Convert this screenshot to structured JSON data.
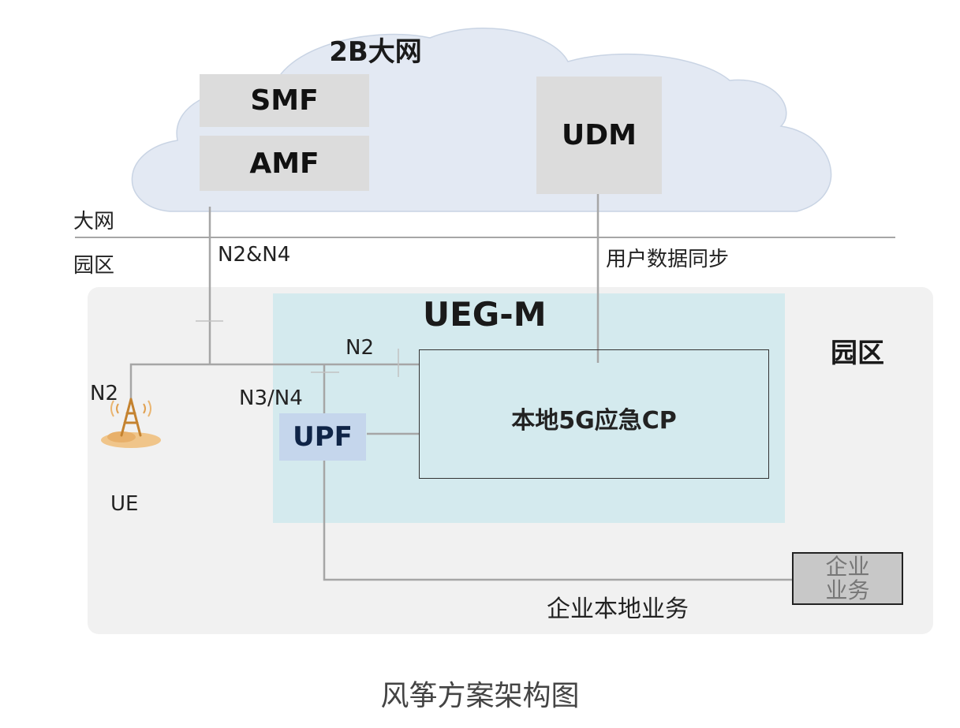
{
  "cloud": {
    "title": "2B大网"
  },
  "network_functions": {
    "smf": "SMF",
    "amf": "AMF",
    "udm": "UDM"
  },
  "zones": {
    "big_network": "大网",
    "campus": "园区",
    "campus_area_title": "园区"
  },
  "ueg": {
    "title": "UEG-M",
    "upf": "UPF",
    "cp": "本地5G应急CP"
  },
  "links": {
    "n2_n4": "N2&N4",
    "user_data_sync": "用户数据同步",
    "n2_inner": "N2",
    "n2_ue": "N2",
    "n3_n4": "N3/N4",
    "enterprise_local": "企业本地业务"
  },
  "ue": {
    "label": "UE"
  },
  "enterprise": {
    "line1": "企业",
    "line2": "业务"
  },
  "caption": "风筝方案架构图",
  "colors": {
    "cloud_fill": "#e3e9f3",
    "campus_fill": "#f1f1f1",
    "ueg_fill": "#d4eaee",
    "nf_fill": "#dcdcdc",
    "upf_fill": "#c5d6ec",
    "line": "#a6a6a6"
  }
}
